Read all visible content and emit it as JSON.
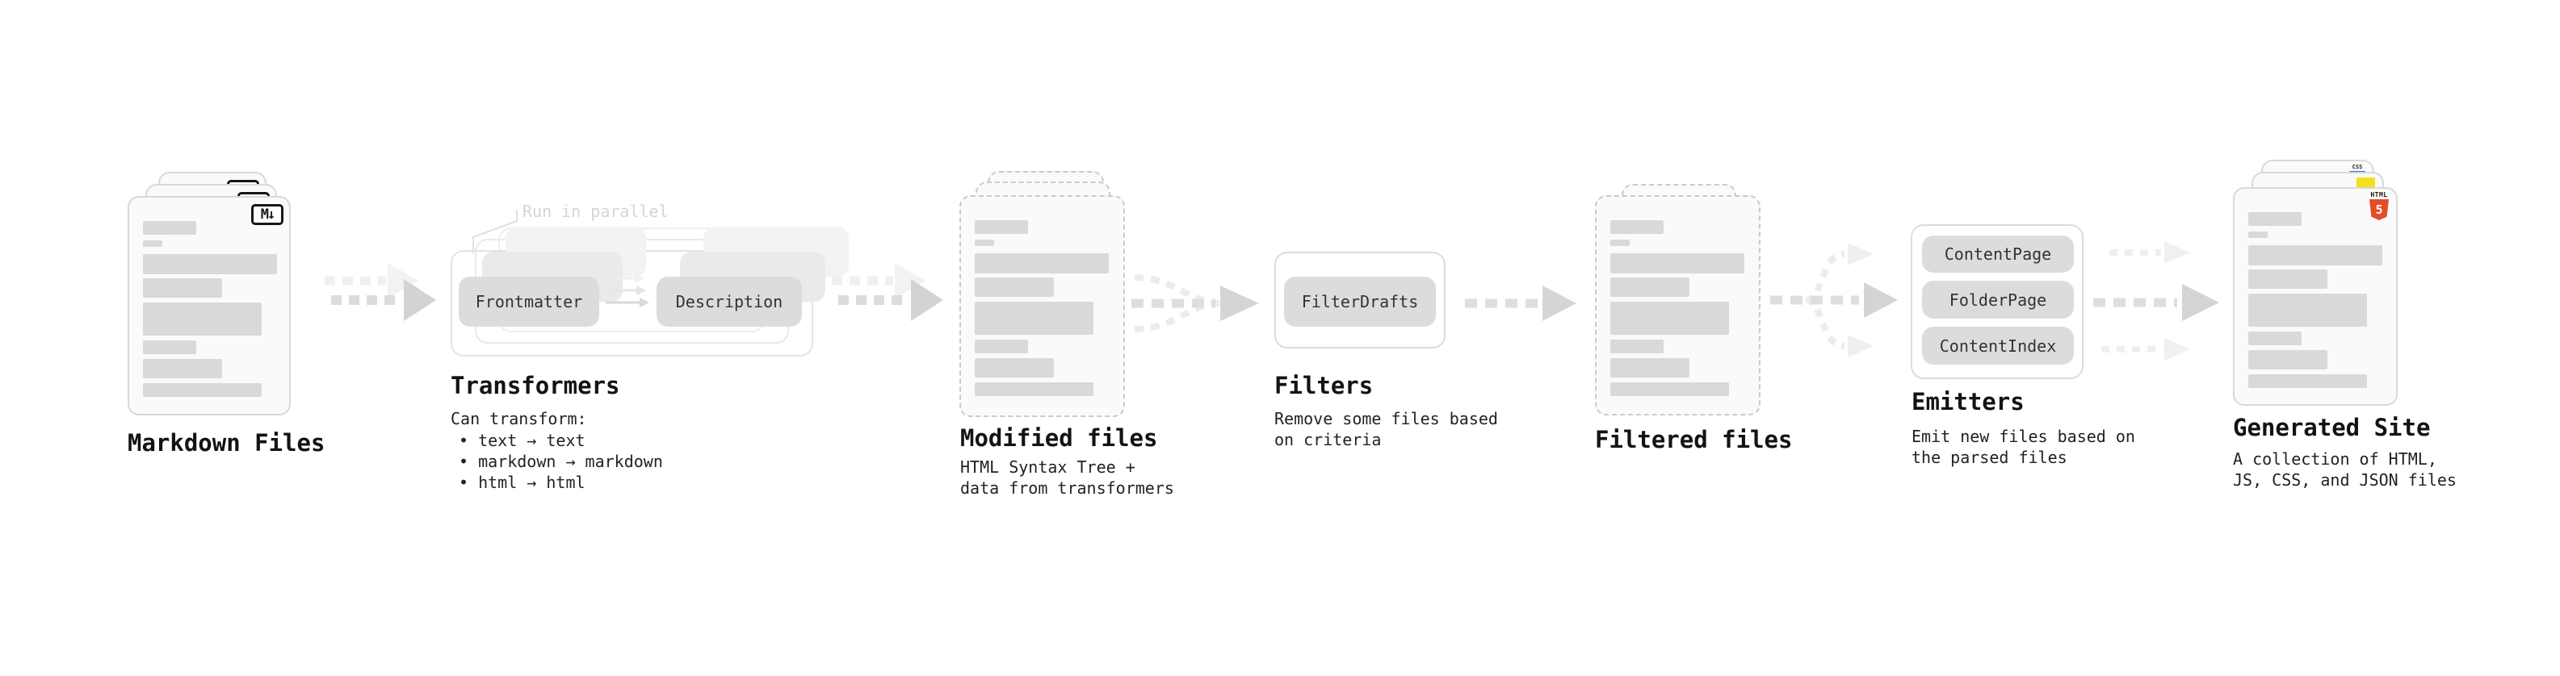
{
  "pipeline": {
    "markdown": {
      "title": "Markdown Files",
      "file_icon": "M↓"
    },
    "transformers": {
      "title": "Transformers",
      "note": "Run in parallel",
      "input_block": "Frontmatter",
      "output_block": "Description",
      "caption": "Can transform:",
      "bullets": [
        "• text → text",
        "• markdown → markdown",
        "• html → html"
      ]
    },
    "modified_files": {
      "title": "Modified files",
      "caption_lines": [
        "HTML Syntax Tree +",
        "data from transformers"
      ]
    },
    "filters": {
      "title": "Filters",
      "block": "FilterDrafts",
      "caption_lines": [
        "Remove some files based",
        "on criteria"
      ]
    },
    "filtered_files": {
      "title": "Filtered files"
    },
    "emitters": {
      "title": "Emitters",
      "blocks": [
        "ContentPage",
        "FolderPage",
        "ContentIndex"
      ],
      "caption_lines": [
        "Emit new files based on",
        "the parsed files"
      ]
    },
    "generated_site": {
      "title": "Generated Site",
      "caption_lines": [
        "A collection of HTML,",
        "JS, CSS, and JSON files"
      ],
      "css_badge": "CSS",
      "html_badge_label": "HTML",
      "html_badge_number": "5"
    }
  },
  "colors": {
    "ink": "#131313",
    "caption_text": "#222222",
    "note_gray": "#d5d5d5",
    "block_fill": "#dcdcdc",
    "bar_fill": "#d9d9d9",
    "card_fill": "#fafafa",
    "card_border": "#d9d9d9",
    "dashed_border": "#c9c9c9",
    "arrow_dash": "#dcdcdc",
    "arrow_head": "#d3d3d3",
    "arrow_ghost": "#efefef",
    "html5_orange": "#e44d26",
    "js_yellow": "#f7df1e",
    "css_blue": "#2f6fed"
  }
}
